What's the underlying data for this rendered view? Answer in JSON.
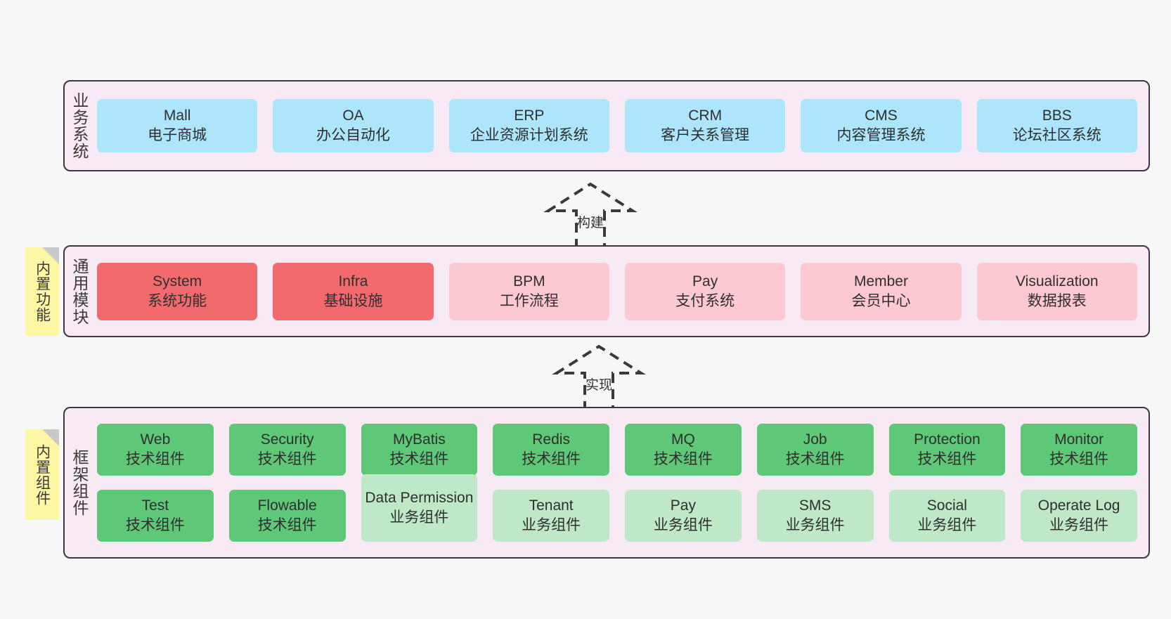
{
  "diagram": {
    "background": "#f7f7f7",
    "panel_bg": "#f8eaf5",
    "panel_border": "#3f3542",
    "note_bg": "#fcf7a4",
    "colors": {
      "business": "#ace5fc",
      "module_highlight": "#f26a6e",
      "module_normal": "#fcc8d2",
      "framework_tech": "#5ec878",
      "framework_business": "#bfe8c8"
    }
  },
  "layers": {
    "business": {
      "title": "业务系统",
      "nodes": [
        {
          "title": "Mall",
          "sub": "电子商城"
        },
        {
          "title": "OA",
          "sub": "办公自动化"
        },
        {
          "title": "ERP",
          "sub": "企业资源计划系统"
        },
        {
          "title": "CRM",
          "sub": "客户关系管理"
        },
        {
          "title": "CMS",
          "sub": "内容管理系统"
        },
        {
          "title": "BBS",
          "sub": "论坛社区系统"
        }
      ]
    },
    "modules": {
      "title": "通用模块",
      "nodes": [
        {
          "title": "System",
          "sub": "系统功能"
        },
        {
          "title": "Infra",
          "sub": "基础设施"
        },
        {
          "title": "BPM",
          "sub": "工作流程"
        },
        {
          "title": "Pay",
          "sub": "支付系统"
        },
        {
          "title": "Member",
          "sub": "会员中心"
        },
        {
          "title": "Visualization",
          "sub": "数据报表"
        }
      ]
    },
    "framework": {
      "title": "框架组件",
      "row_tech": [
        {
          "title": "Web",
          "sub": "技术组件"
        },
        {
          "title": "Security",
          "sub": "技术组件"
        },
        {
          "title": "MyBatis",
          "sub": "技术组件"
        },
        {
          "title": "Redis",
          "sub": "技术组件"
        },
        {
          "title": "MQ",
          "sub": "技术组件"
        },
        {
          "title": "Job",
          "sub": "技术组件"
        },
        {
          "title": "Protection",
          "sub": "技术组件"
        },
        {
          "title": "Monitor",
          "sub": "技术组件"
        }
      ],
      "row_mixed": [
        {
          "title": "Test",
          "sub": "技术组件"
        },
        {
          "title": "Flowable",
          "sub": "技术组件"
        },
        {
          "title": "Data Permission",
          "sub": "业务组件"
        },
        {
          "title": "Tenant",
          "sub": "业务组件"
        },
        {
          "title": "Pay",
          "sub": "业务组件"
        },
        {
          "title": "SMS",
          "sub": "业务组件"
        },
        {
          "title": "Social",
          "sub": "业务组件"
        },
        {
          "title": "Operate Log",
          "sub": "业务组件"
        }
      ]
    }
  },
  "notes": {
    "builtin_functions": "内置功能",
    "builtin_components": "内置组件"
  },
  "arrows": {
    "build": "构建",
    "realize": "实现"
  }
}
